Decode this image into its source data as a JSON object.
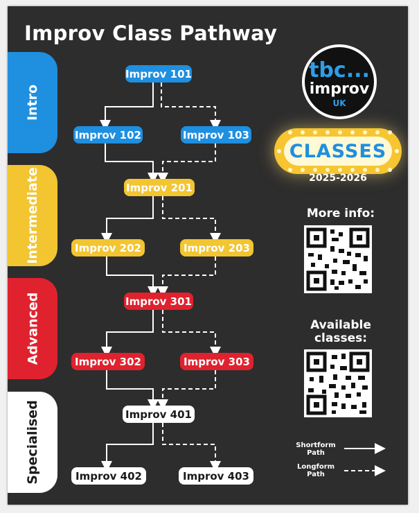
{
  "poster": {
    "title": "Improv Class Pathway",
    "levels": [
      {
        "label": "Intro",
        "color": "#1f8fe0",
        "text_color": "#ffffff"
      },
      {
        "label": "Intermediate",
        "color": "#f2c531",
        "text_color": "#ffffff"
      },
      {
        "label": "Advanced",
        "color": "#e0222e",
        "text_color": "#ffffff"
      },
      {
        "label": "Specialised",
        "color": "#ffffff",
        "text_color": "#1a1a1a"
      }
    ],
    "classes": {
      "c101": "Improv 101",
      "c102": "Improv 102",
      "c103": "Improv 103",
      "c201": "Improv 201",
      "c202": "Improv 202",
      "c203": "Improv 203",
      "c301": "Improv 301",
      "c302": "Improv 302",
      "c303": "Improv 303",
      "c401": "Improv 401",
      "c402": "Improv 402",
      "c403": "Improv 403"
    },
    "logo": {
      "line1": "tbc...",
      "line2": "improv",
      "line3": "UK"
    },
    "marquee": {
      "text": "CLASSES",
      "years": "2025-2026"
    },
    "more_info": "More info:",
    "available": "Available classes:",
    "legend": {
      "shortform": "Shortform Path",
      "longform": "Longform Path"
    }
  }
}
